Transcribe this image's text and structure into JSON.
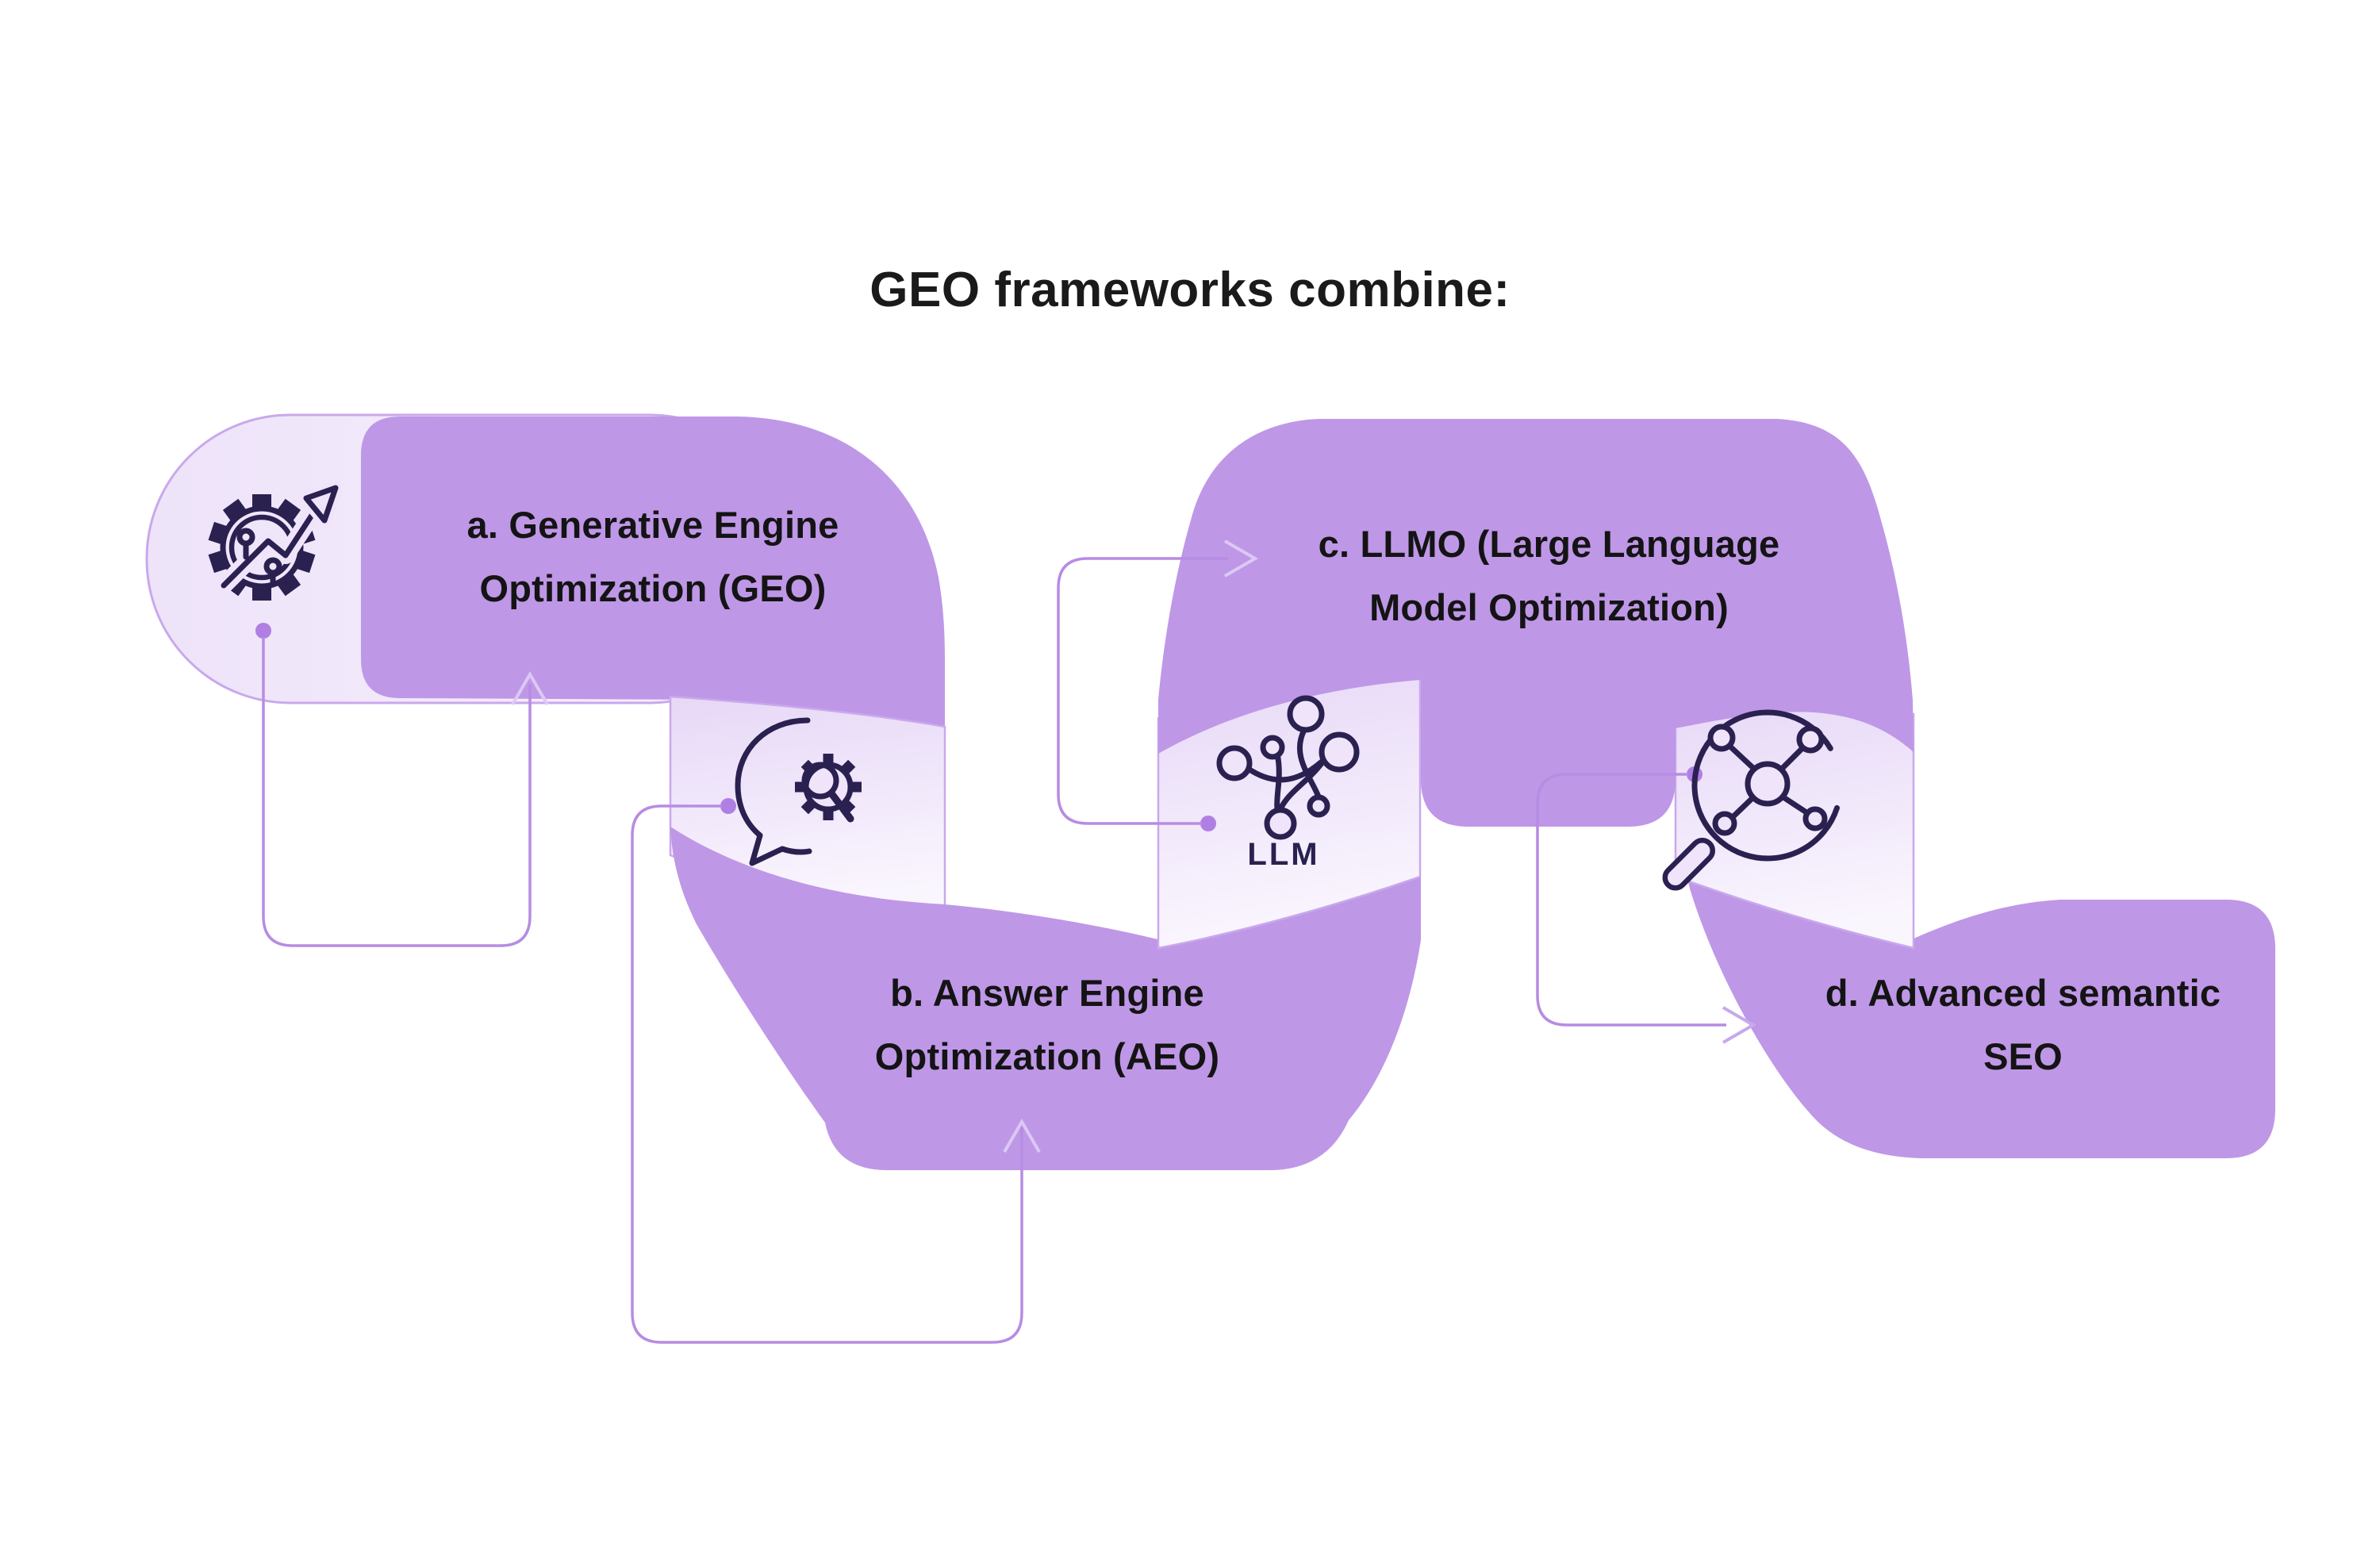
{
  "title": "GEO frameworks combine:",
  "items": {
    "a": {
      "line1": "a. Generative Engine",
      "line2": "Optimization (GEO)",
      "icon": "gear-growth-icon"
    },
    "b": {
      "line1": "b. Answer Engine",
      "line2": "Optimization (AEO)",
      "icon": "chat-gear-search-icon"
    },
    "c": {
      "line1": "c. LLMO (Large Language",
      "line2": "Model Optimization)",
      "icon": "llm-network-icon"
    },
    "d": {
      "line1": "d. Advanced semantic",
      "line2": "SEO",
      "icon": "search-molecule-icon"
    }
  },
  "llm_icon_label": "LLM",
  "colors": {
    "ribbon_dark": "#bf97e7",
    "panel_light_top": "#e7d8f7",
    "panel_light_bottom": "#faf6fe",
    "pill_light": "#efe4fa",
    "panel_stroke": "#c9a8ec",
    "connector_line": "#b78ce3",
    "connector_dot": "#b07fe3",
    "arrow_light": "#dcc8f4",
    "icon_stroke": "#2a2150",
    "title_text": "#1a1a1a",
    "label_text": "#141414",
    "background": "#ffffff"
  }
}
